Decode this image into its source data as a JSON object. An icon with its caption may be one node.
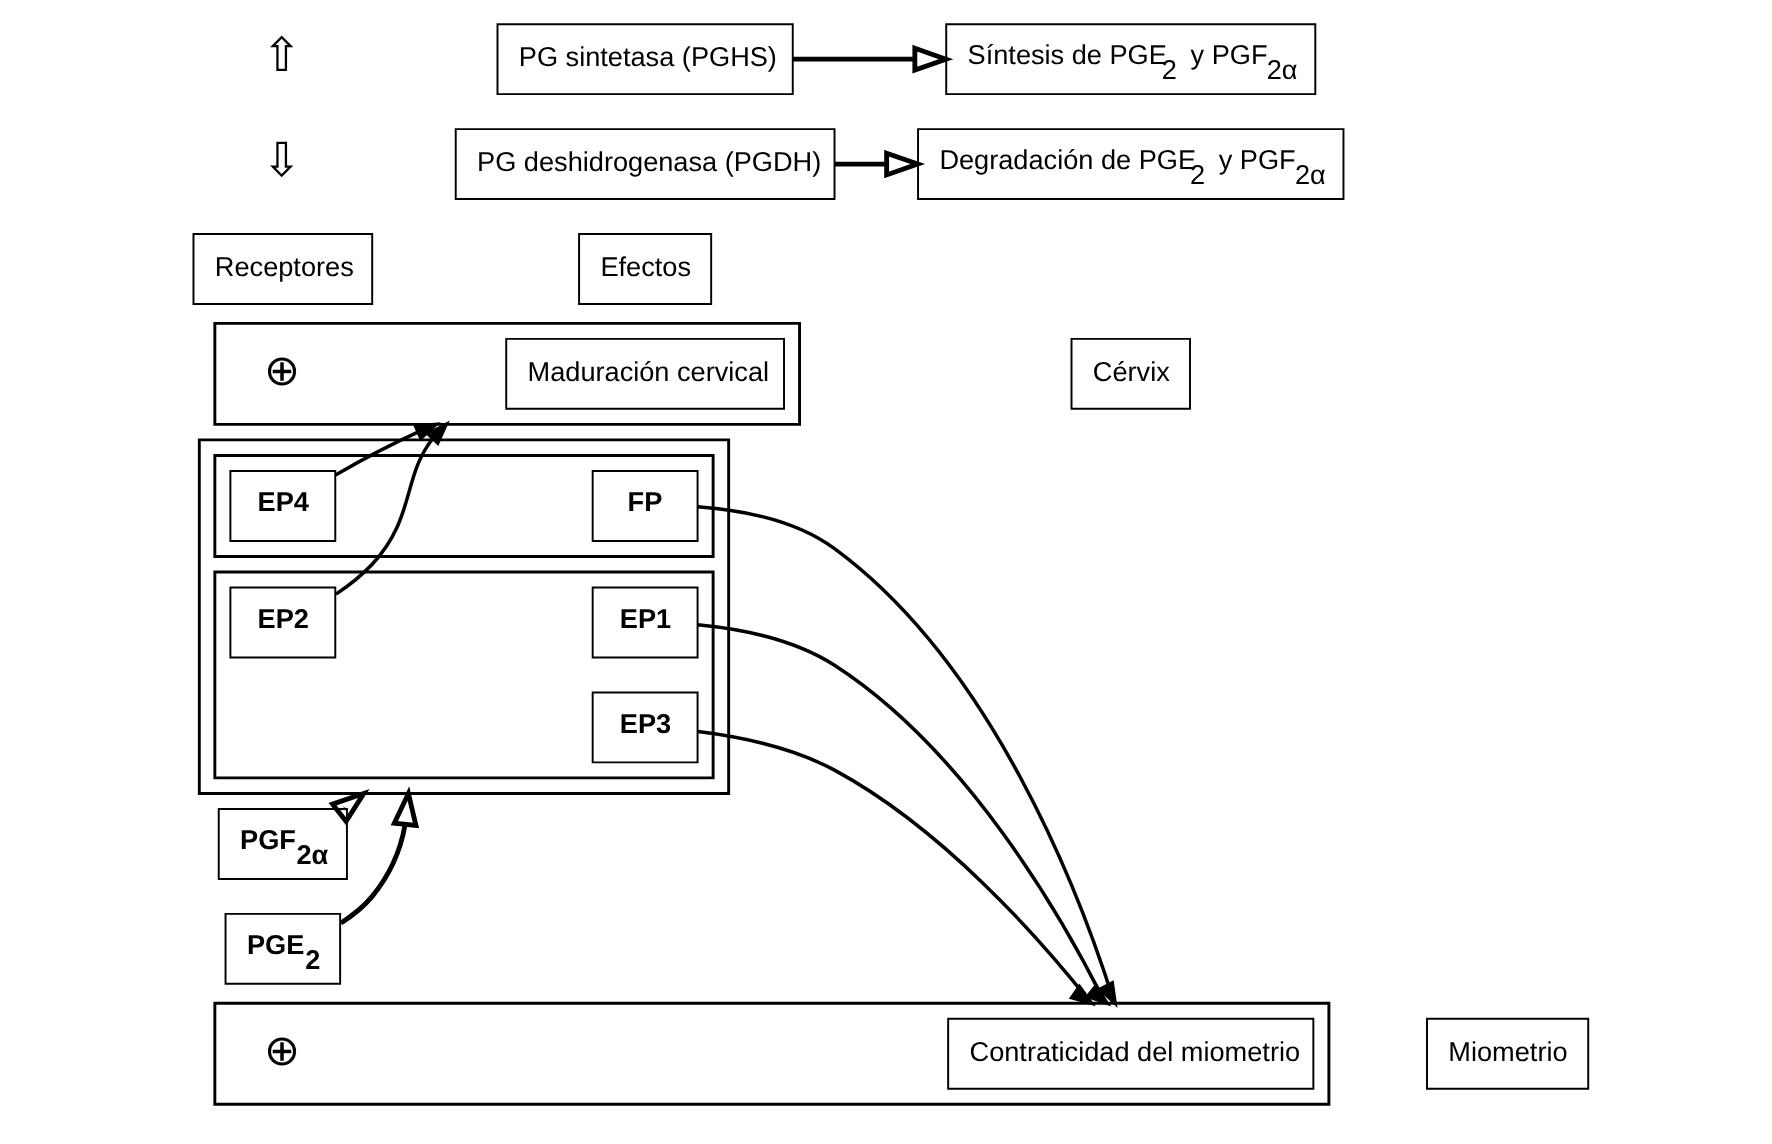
{
  "diagram": {
    "nodes": [
      {
        "text": [
          "PG sintetasa (PGHS)"
        ]
      },
      {
        "text": [
          "Síntesis de PGE$_{2}$ y PGF$_{2α}$"
        ]
      },
      {
        "text": [
          "PG deshidrogenasa (PGDH)"
        ]
      },
      {
        "text": [
          "Degradación de PGE$_{2}$ y PGF$_{2α}$"
        ]
      },
      {
        "text": [
          "Receptores"
        ]
      },
      {
        "text": [
          "Efectos"
        ]
      },
      {
        "text": [
          "PGE$_{2}$"
        ]
      },
      {
        "text": [],
        "shape": "box"
      },
      {
        "text": [],
        "shape": "box",
        "in": 7
      },
      {
        "text": [
          "EP1"
        ],
        "in": 8
      },
      {
        "text": [
          "EP3"
        ],
        "in": 8
      },
      {
        "text": [
          "EP2"
        ],
        "in": 8
      },
      {
        "text": [],
        "shape": "box",
        "in": 7
      },
      {
        "text": [
          "FP"
        ],
        "in": 12
      },
      {
        "text": [
          "EP4"
        ],
        "in": 12
      },
      {
        "text": [],
        "shape": "box"
      },
      {
        "text": [
          "Contraticidad del miometrio"
        ],
        "in": 15
      },
      {
        "text": [
          "Miometrio"
        ]
      },
      {
        "text": [
          "PGF$_{2α}$"
        ]
      },
      {
        "text": [],
        "shape": "box"
      },
      {
        "text": [
          "Maduración cervical"
        ],
        "in": 19
      },
      {
        "text": [
          "Cérvix"
        ]
      }
    ],
    "edges": [
      {
        "from": 0,
        "to": 1,
        "arrow": "to"
      },
      {
        "from": 2,
        "to": 3,
        "arrow": "to"
      },
      {
        "from": 6,
        "to": 7,
        "arrow": "to"
      },
      {
        "from": 18,
        "to": 7,
        "arrow": "to"
      },
      {
        "from": 9,
        "to": 15,
        "arrow": "to"
      },
      {
        "from": 10,
        "to": 15,
        "arrow": "to"
      },
      {
        "from": 11,
        "to": 19,
        "arrow": "to"
      },
      {
        "from": 13,
        "to": 15,
        "arrow": "to"
      },
      {
        "from": 14,
        "to": 19,
        "arrow": "to"
      }
    ],
    "labels": [
      "⇧",
      "⇩",
      "⊕",
      "⊕"
    ]
  }
}
